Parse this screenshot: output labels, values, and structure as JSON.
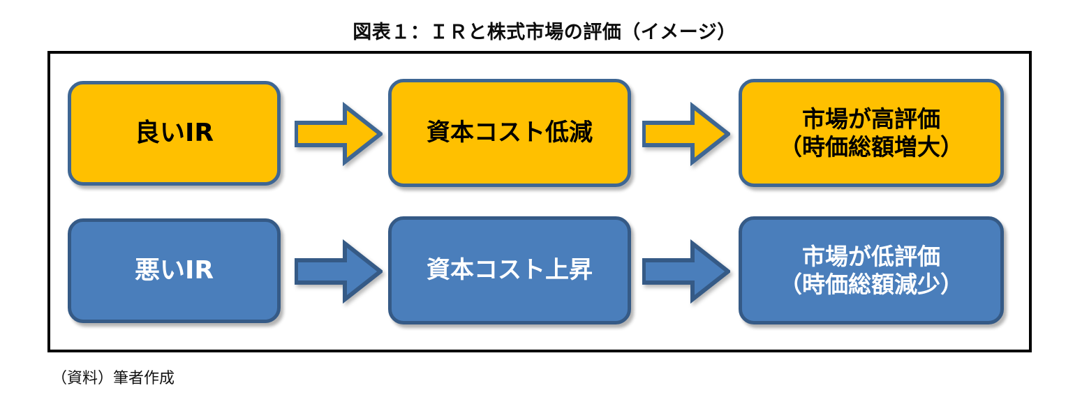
{
  "figure": {
    "title": "図表１：ＩＲと株式市場の評価（イメージ）",
    "source_note": "（資料）筆者作成"
  },
  "colors": {
    "positive_fill": "#FFC000",
    "positive_border": "#3E6693",
    "positive_text": "#000000",
    "negative_fill": "#4A7EBB",
    "negative_border": "#355A86",
    "negative_text": "#FFFFFF",
    "frame_border": "#000000",
    "title_text": "#0D0D0D"
  },
  "diagram": {
    "type": "flowchart",
    "rows": [
      {
        "id": "positive-path",
        "style": "positive",
        "nodes": [
          {
            "id": "good-ir",
            "label": "良いIR"
          },
          {
            "id": "cost-decrease",
            "label": "資本コスト低減"
          },
          {
            "id": "high-valuation",
            "line1": "市場が高評価",
            "line2": "（時価総額増大）"
          }
        ],
        "arrows": [
          {
            "id": "arrow-good-to-cost",
            "direction": "right"
          },
          {
            "id": "arrow-cost-to-value",
            "direction": "right"
          }
        ]
      },
      {
        "id": "negative-path",
        "style": "negative",
        "nodes": [
          {
            "id": "bad-ir",
            "label": "悪いIR"
          },
          {
            "id": "cost-increase",
            "label": "資本コスト上昇"
          },
          {
            "id": "low-valuation",
            "line1": "市場が低評価",
            "line2": "（時価総額減少）"
          }
        ],
        "arrows": [
          {
            "id": "arrow-bad-to-cost",
            "direction": "right"
          },
          {
            "id": "arrow-cost-to-lowvalue",
            "direction": "right"
          }
        ]
      }
    ]
  }
}
